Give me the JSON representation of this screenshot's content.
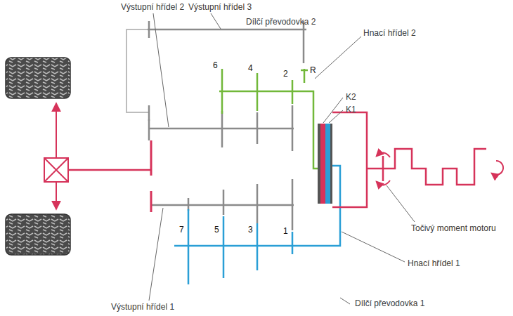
{
  "diagram": {
    "nodes": [
      {
        "text": [
          "Dílčí převodovka 2"
        ]
      },
      {
        "text": [
          "Dílčí převodovka 1"
        ]
      }
    ],
    "labels": [
      "Výstupní hřídel 2",
      "Výstupní hřídel 3",
      "Hnací hřídel 2",
      "K2",
      "K1",
      "R",
      "6",
      "4",
      "2",
      "Točivý moment motoru",
      "Hnací hřídel 1",
      "7",
      "5",
      "3",
      "1",
      "Výstupní hřídel 1"
    ]
  }
}
